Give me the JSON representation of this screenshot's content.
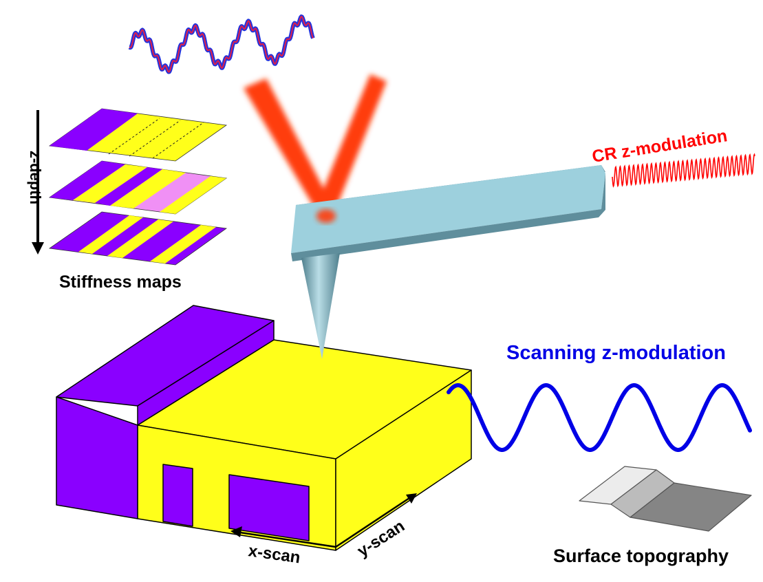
{
  "labels": {
    "cr_modulation": "CR z-modulation",
    "scanning_modulation": "Scanning z-modulation",
    "stiffness_maps": "Stiffness maps",
    "z_depth": "z-depth",
    "x_scan": "x-scan",
    "y_scan": "y-scan",
    "surface_topography": "Surface topography"
  },
  "colors": {
    "purple": "#8a00ff",
    "yellow": "#ffff1a",
    "pink": "#f090f5",
    "cantilever_top": "#9dd0dd",
    "cantilever_side": "#5f8e9c",
    "laser": "#ff3d0a",
    "cr_wave": "#ff0000",
    "scan_wave": "#0000e6",
    "label_red": "#ff0000",
    "label_blue": "#0000e6",
    "label_black": "#000000"
  },
  "icons": {
    "laser": "laser-beam-icon",
    "cantilever": "afm-cantilever-icon",
    "tip": "afm-tip-icon",
    "sample": "sample-block-icon",
    "topography": "step-surface-icon"
  }
}
